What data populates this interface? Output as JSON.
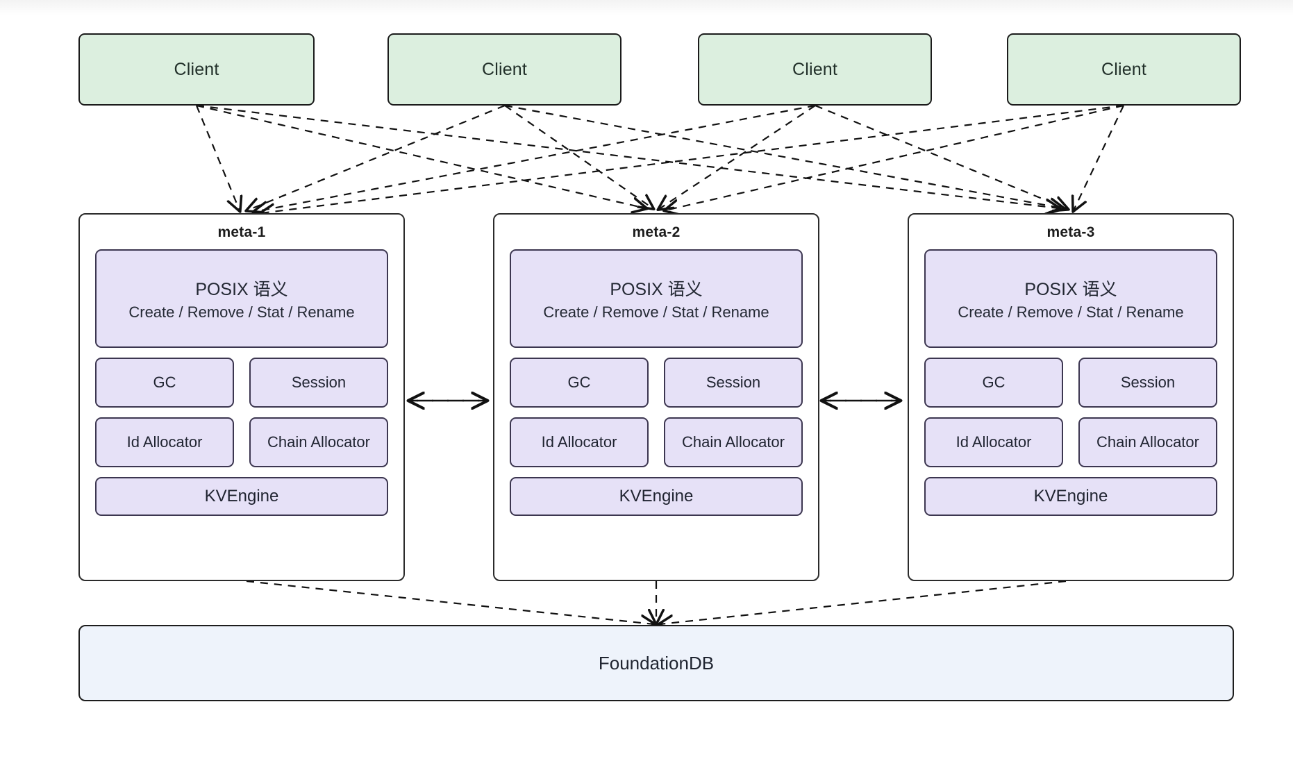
{
  "diagram": {
    "background": "#ffffff",
    "colors": {
      "client_fill": "#dcefdf",
      "module_fill": "#e6e1f7",
      "store_fill": "#eef3fb",
      "stroke": "#1b1b1b"
    },
    "clients": [
      {
        "label": "Client"
      },
      {
        "label": "Client"
      },
      {
        "label": "Client"
      },
      {
        "label": "Client"
      }
    ],
    "meta_nodes": [
      {
        "title": "meta-1",
        "posix": {
          "heading": "POSIX 语义",
          "operations": "Create / Remove / Stat / Rename"
        },
        "modules": [
          "GC",
          "Session",
          "Id Allocator",
          "Chain Allocator"
        ],
        "engine": "KVEngine"
      },
      {
        "title": "meta-2",
        "posix": {
          "heading": "POSIX 语义",
          "operations": "Create / Remove / Stat / Rename"
        },
        "modules": [
          "GC",
          "Session",
          "Id Allocator",
          "Chain Allocator"
        ],
        "engine": "KVEngine"
      },
      {
        "title": "meta-3",
        "posix": {
          "heading": "POSIX 语义",
          "operations": "Create / Remove / Stat / Rename"
        },
        "modules": [
          "GC",
          "Session",
          "Id Allocator",
          "Chain Allocator"
        ],
        "engine": "KVEngine"
      }
    ],
    "store": {
      "label": "FoundationDB"
    },
    "connections": {
      "client_to_meta": "dashed-arrow",
      "meta_to_meta": "dashed-bidirectional-arrow",
      "meta_to_store": "dashed-arrow"
    }
  }
}
